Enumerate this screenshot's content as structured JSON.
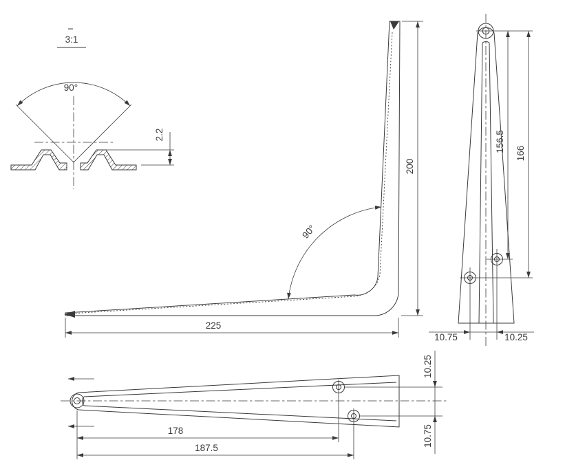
{
  "drawing": {
    "scale": "3:1",
    "detail_view": {
      "angle": "90°",
      "height": "2.2"
    },
    "front_view": {
      "height": "200",
      "width": "225",
      "angle": "90°"
    },
    "side_view": {
      "hole_span_inner": "156.5",
      "hole_span_outer": "166",
      "offset_left": "10.75",
      "offset_right": "10.25"
    },
    "top_view": {
      "hole_span_inner": "178",
      "hole_span_outer": "187.5",
      "offset_upper": "10.25",
      "offset_lower": "10.75"
    }
  },
  "colors": {
    "line": "#3a3a3a",
    "background": "#ffffff"
  }
}
